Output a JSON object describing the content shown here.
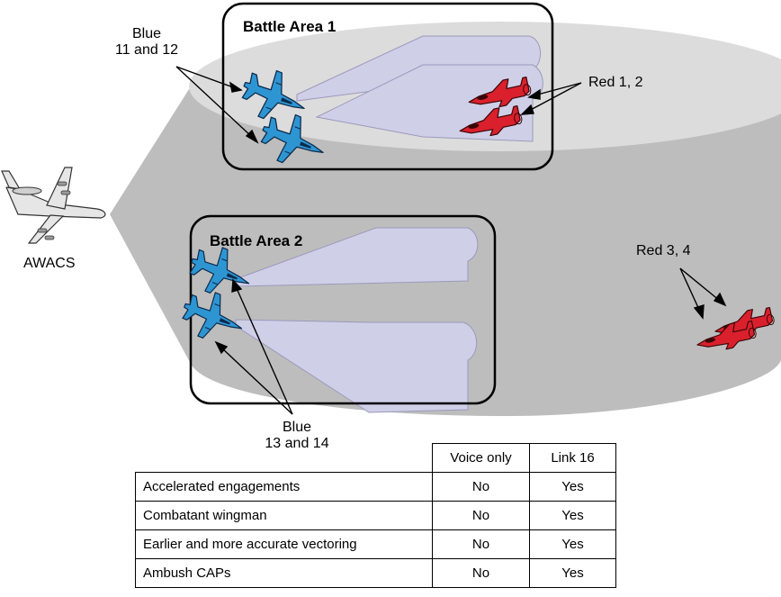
{
  "labels": {
    "battle_area_1": "Battle Area 1",
    "battle_area_2": "Battle Area 2",
    "blue_11_12_line1": "Blue",
    "blue_11_12_line2": "11 and 12",
    "blue_13_14_line1": "Blue",
    "blue_13_14_line2": "13 and 14",
    "red_1_2": "Red 1, 2",
    "red_3_4": "Red 3, 4",
    "awacs": "AWACS"
  },
  "table": {
    "headers": [
      "Voice only",
      "Link 16"
    ],
    "rows": [
      {
        "label": "Accelerated engagements",
        "voice_only": "No",
        "link16": "Yes"
      },
      {
        "label": "Combatant wingman",
        "voice_only": "No",
        "link16": "Yes"
      },
      {
        "label": "Earlier and more accurate vectoring",
        "voice_only": "No",
        "link16": "Yes"
      },
      {
        "label": "Ambush CAPs",
        "voice_only": "No",
        "link16": "Yes"
      }
    ]
  },
  "colors": {
    "coverage_side": "#bdbdbd",
    "coverage_top": "#dcdcdc",
    "radar_fan": "#cfcfe8",
    "blue_aircraft": "#2e95d3",
    "red_aircraft": "#d9202c",
    "awacs": "#e6e6e6"
  }
}
